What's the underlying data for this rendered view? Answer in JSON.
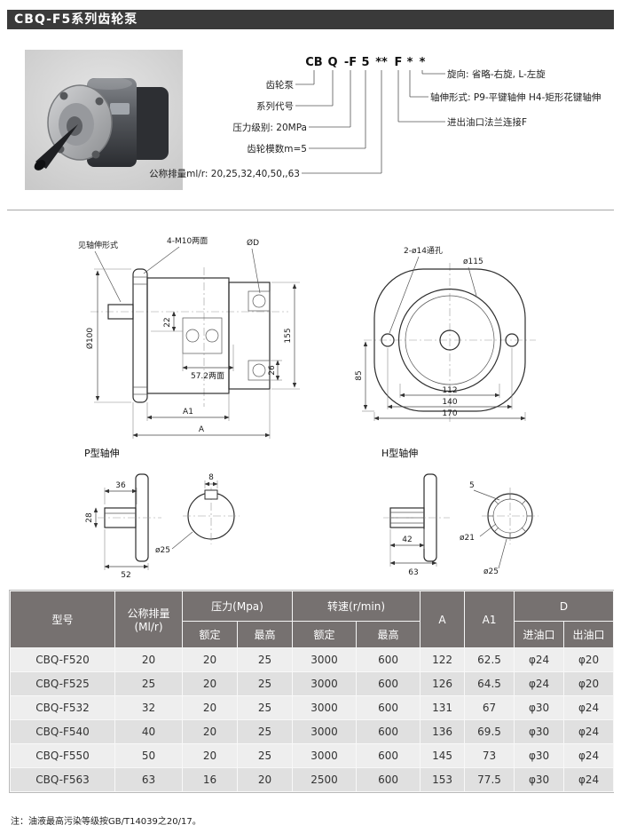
{
  "colors": {
    "title_bar_bg": "#3a3a3a",
    "table_header_bg": "#767170",
    "row_odd_bg": "#eeeeee",
    "row_even_bg": "#e0e0e0"
  },
  "page": {
    "title": "CBQ-F5系列齿轮泵",
    "note": "注：油液最高污染等级按GB/T14039之20/17。"
  },
  "model_code": {
    "parts": {
      "p1": "CB",
      "p2": "Q",
      "p3": "-F",
      "p4": "5",
      "p5": "**",
      "p6": "F",
      "p7": "*",
      "p8": "*"
    },
    "left_labels": {
      "l1": "齿轮泵",
      "l2": "系列代号",
      "l3": "压力级别: 20MPa",
      "l4": "齿轮模数m=5",
      "l5": "公称排量ml/r: 20,25,32,40,50,,63"
    },
    "right_labels": {
      "r1": "旋向: 省略-右旋, L-左旋",
      "r2": "轴伸形式: P9-平键轴伸  H4-矩形花键轴伸",
      "r3": "进出油口法兰连接F"
    }
  },
  "drawings": {
    "main": {
      "label_shaft": "见轴伸形式",
      "label_holes": "4-M10两面",
      "label_port": "ØD",
      "dim_flange_od": "Ø100",
      "dim_height": "155",
      "dim_22": "22",
      "dim_26": "26",
      "dim_port_faces": "57.2两面",
      "dim_a1": "A1",
      "dim_a": "A"
    },
    "flange": {
      "label_holes": "2-ø14通孔",
      "label_circle": "ø115",
      "dim_85": "85",
      "dim_112": "112",
      "dim_140": "140",
      "dim_170": "170"
    },
    "p_shaft": {
      "title": "P型轴伸",
      "dim_36": "36",
      "dim_28": "28",
      "dim_52": "52",
      "dim_8": "8",
      "dim_d25": "ø25"
    },
    "h_shaft": {
      "title": "H型轴伸",
      "dim_42": "42",
      "dim_63": "63",
      "dim_5": "5",
      "dim_d21": "ø21",
      "dim_d25": "ø25"
    }
  },
  "table": {
    "header": {
      "model": "型号",
      "displacement": "公称排量(Ml/r)",
      "pressure": "压力(Mpa)",
      "speed": "转速(r/min)",
      "rated": "额定",
      "max": "最高",
      "a": "A",
      "a1": "A1",
      "d": "D",
      "inlet": "进油口",
      "outlet": "出油口"
    },
    "rows": [
      [
        "CBQ-F520",
        "20",
        "20",
        "25",
        "3000",
        "600",
        "122",
        "62.5",
        "φ24",
        "φ20"
      ],
      [
        "CBQ-F525",
        "25",
        "20",
        "25",
        "3000",
        "600",
        "126",
        "64.5",
        "φ24",
        "φ20"
      ],
      [
        "CBQ-F532",
        "32",
        "20",
        "25",
        "3000",
        "600",
        "131",
        "67",
        "φ30",
        "φ24"
      ],
      [
        "CBQ-F540",
        "40",
        "20",
        "25",
        "3000",
        "600",
        "136",
        "69.5",
        "φ30",
        "φ24"
      ],
      [
        "CBQ-F550",
        "50",
        "20",
        "25",
        "3000",
        "600",
        "145",
        "73",
        "φ30",
        "φ24"
      ],
      [
        "CBQ-F563",
        "63",
        "16",
        "20",
        "2500",
        "600",
        "153",
        "77.5",
        "φ30",
        "φ24"
      ]
    ]
  }
}
